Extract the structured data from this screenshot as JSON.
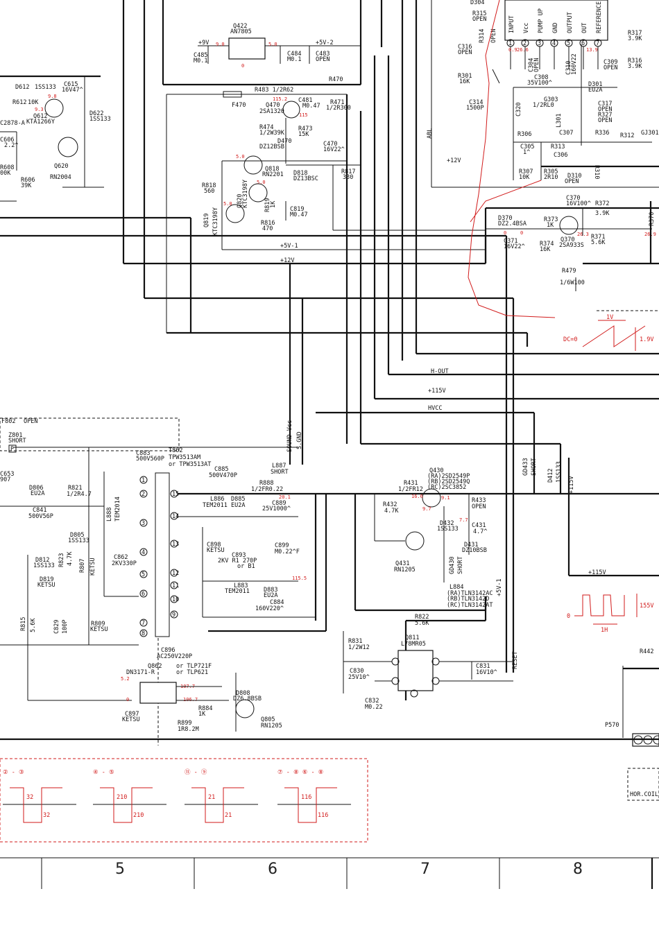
{
  "labels": {
    "q422": "Q422",
    "an7805": "AN7805",
    "plus9v": "+9V",
    "plus5v2": "+5V-2",
    "r483": "R483 1/2R62",
    "r470": "R470",
    "f470": "F470",
    "q470": "Q470",
    "sa1320": "2SA1320",
    "c481": "C481",
    "c481v": "M0.47",
    "r471": "R471",
    "r471v": "1/2R300",
    "r474": "R474",
    "r474v": "1/2W39K",
    "r473": "R473",
    "r473v": "15K",
    "d470": "D470",
    "d470v": "DZ12BSB",
    "c470": "C470",
    "c470v": "16V22^",
    "q818": "Q818",
    "rn2201": "RN2201",
    "d818": "D818",
    "d818v": "DZ13BSC",
    "r817": "R817",
    "r817v": "330",
    "q820": "Q820",
    "ktc3198y_a": "KTC3198Y",
    "q819": "Q819",
    "ktc3198y_b": "KTC3198Y",
    "r818": "R818",
    "r818v": "560",
    "r819": "R819",
    "r819v": "1K",
    "c819": "C819",
    "c819v": "M0.47",
    "r816": "R816",
    "r816v": "470",
    "c485": "C485",
    "c485v": "M0.1",
    "c484": "C484",
    "c484v": "M0.1",
    "c483": "C483",
    "c483v": "OPEN",
    "d612": "D612",
    "d612v": "1SS133",
    "c615": "C615",
    "c615v": "16V47^",
    "r612": "R612",
    "r612v": "10K",
    "q612": "Q612",
    "q612v": "KTA1266Y",
    "c2878": "C2878-A",
    "d622": "D622",
    "d622v": "1SS133",
    "c606": "C606",
    "c606v": "2.2^",
    "q620": "Q620",
    "rn2004": "RN2004",
    "r608": "R608",
    "r608v": "00K",
    "r606": "R606",
    "r606v": "39K",
    "plus5v1": "+5V-1",
    "plus12v_a": "+12V",
    "plus12v_b": "+12V",
    "h_out": "H-OUT",
    "plus115v_a": "+115V",
    "hvcc": "HVCC",
    "plus115v_b": "+115V",
    "plus115v_c": "+115V",
    "plus5v1_b": "+5V-1",
    "reset": "RESET",
    "sound_vcc": "SOUND Vcc",
    "s_gnd": "S.GND",
    "abl": "ABL",
    "d304": "D304",
    "r315": "R315",
    "r315v": "OPEN",
    "r314": "R314",
    "r314v": "OPEN",
    "c316": "C316",
    "c316v": "OPEN",
    "r301": "R301",
    "r301v": "16K",
    "c314": "C314",
    "c314v": "1500P",
    "ic_pins": [
      "INPUT",
      "Vcc",
      "PUMP UP",
      "GND",
      "OUTPUT",
      "OUT",
      "REFERENCE"
    ],
    "r317": "R317",
    "r317v": "3.9K",
    "r316": "R316",
    "r316v": "3.9K",
    "c309": "C309",
    "c309v": "OPEN",
    "c304": "C304",
    "c304v": "OPEN",
    "c308": "C308",
    "c308v": "35V100^",
    "c310": "C310",
    "c310v": "160V22",
    "d301": "D301",
    "d301v": "EU2A",
    "c320": "C320",
    "g303": "G303",
    "g303v": "1/2RL0",
    "l301": "L301",
    "c317": "C317",
    "c317v": "OPEN",
    "r327": "R327",
    "r327v": "OPEN",
    "r306": "R306",
    "c307": "C307",
    "r336": "R336",
    "r312": "R312",
    "gj301": "GJ301",
    "c305": "C305",
    "c305v": "1^",
    "r313": "R313",
    "c306": "C306",
    "r307": "R307",
    "r307v": "10K",
    "r305": "R305",
    "r305v": "2R10",
    "d310": "D310",
    "d310v": "OPEN",
    "r310": "R310",
    "d370": "D370",
    "d370v": "DZ2.4BSA",
    "r373": "R373",
    "r373v": "1K",
    "c370": "C370",
    "c370v": "16V100^",
    "r372": "R372",
    "r372v": "3.9K",
    "q370": "Q370",
    "q370v": "2SA933S",
    "r371": "R371",
    "r371v": "5.6K",
    "c371": "C371",
    "c371v": "16V22^",
    "r374": "R374",
    "r374v": "16K",
    "r479": "R479",
    "r479v": "1/6W100",
    "r370": "R370",
    "f802": "F802",
    "f802v": "OPEN",
    "z801": "Z801",
    "z801v": "SHORT",
    "p": "P",
    "c883": "C883",
    "c883v": "500V560P",
    "t862": "T862",
    "t862v": "TPW3513AM",
    "t862v2": "or TPW3513AT",
    "c885": "C885",
    "c885v": "500V470P",
    "r888": "R888",
    "r888v": "1/2FR0.22",
    "l886": "L886",
    "l886v": "TEM2011",
    "d885": "D885",
    "d885v": "EU2A",
    "c889": "C889",
    "c889v": "25V1000^",
    "l887": "L887",
    "l887v": "SHORT",
    "c653": "C653",
    "c653v": "907",
    "d806": "D806",
    "d806v": "EU2A",
    "r821": "R821",
    "r821v": "1/2R4.7",
    "c841": "C841",
    "c841v": "500V56P",
    "l888": "L888",
    "l888v": "TEM2014",
    "d805": "D805",
    "d805v": "1SS133",
    "r823": "R823",
    "r823v": "4.7K",
    "r807": "R807",
    "r807v": "KETSU",
    "d812": "D812",
    "d812v": "1SS133",
    "d819": "D819",
    "d819v": "KETSU",
    "c862": "C862",
    "c862v": "2KV330P",
    "c898": "C898",
    "c898v": "KETSU",
    "c893": "C893",
    "c893v": "2KV R1 270P",
    "c893v2": "or B1",
    "l883": "L883",
    "l883v": "TEM2011",
    "d883": "D883",
    "d883v": "EU2A",
    "c884": "C884",
    "c884v": "160V220^",
    "c899": "C899",
    "c899v": "M0.22^F",
    "r815": "R815",
    "r815v": "5.6K",
    "c829": "C829",
    "c829v": "100P",
    "r809": "R809",
    "r809v": "KETSU",
    "c896": "C896",
    "c896v": "AC250V220P",
    "q862": "Q862",
    "q862v": "DN3171-R",
    "q862alt": "or TLP721F",
    "q862alt2": "or TLP621",
    "d808": "D808",
    "d808v": "DZ6.8BSB",
    "r884": "R884",
    "r884v": "1K",
    "c897": "C897",
    "c897v": "KETSU",
    "r899": "R899",
    "r899v": "1R8.2M",
    "q805": "Q805",
    "q805v": "RN1205",
    "r431": "R431",
    "r431v": "1/2FR12",
    "q430": "Q430",
    "q430v1": "(RA)2SD2549P",
    "q430v2": "(RB)2SD2549Q",
    "q430v3": "(RC)2SC3852",
    "r432": "R432",
    "r432v": "4.7K",
    "r433": "R433",
    "r433v": "OPEN",
    "d432": "D432",
    "d432v": "1SS133",
    "c431": "C431",
    "c431v": "4.7^",
    "d431": "D431",
    "d431v": "DZ10BSB",
    "q431": "Q431",
    "q431v": "RN1205",
    "gd430": "GD430",
    "gd430v": "SHORT",
    "gd433": "GD433",
    "gd433v": "SHORT",
    "d412": "D412",
    "d412v": "1SS133",
    "l884": "L884",
    "l884v1": "(RA)TLN3142AC",
    "l884v2": "(RB)TLN3142D",
    "l884v3": "(RC)TLN3142AT",
    "r822": "R822",
    "r822v": "5.6K",
    "r831": "R831",
    "r831v": "1/2W12",
    "q811": "Q811",
    "q811v": "L78MR05",
    "c830": "C830",
    "c830v": "25V10^",
    "c831": "C831",
    "c831v": "16V10^",
    "c832": "C832",
    "c832v": "M0.22",
    "r442": "R442",
    "p570": "P570",
    "hor_coil": "HOR.COIL",
    "wave_1v": "1V",
    "wave_19v": "1.9V",
    "wave_dc0": "DC=0",
    "wave_155v": "155V",
    "wave_1h": "1H",
    "wave_0": "0"
  },
  "voltages": {
    "v_9_0": "9.0",
    "v_5_0a": "5.0",
    "v_0a": "0",
    "v_115_2": "115.2",
    "v_115": "115",
    "v_5_0b": "5.0",
    "v_5_0c": "5.0",
    "v_5_0d": "5.0",
    "v_9_8": "9.8",
    "v_9_3": "9.3",
    "v_0_9": "0.9",
    "v_26_6": "26.6",
    "v_13_9": "13.9",
    "v_26_3": "26.3",
    "v_26_9": "26.9",
    "v_0b": "0",
    "v_0c": "0",
    "v_20_1": "20.1",
    "v_16_6": "16.6",
    "v_9_1": "9.1",
    "v_9_7": "9.7",
    "v_7_7": "7.7",
    "v_115_5": "115.5",
    "v_5_2": "5.2",
    "v_107_7": "107.7",
    "v_106_7": "106.7",
    "v_0d": "0"
  },
  "transformer_pins": [
    "1",
    "2",
    "3",
    "4",
    "5",
    "6",
    "7",
    "8",
    "9",
    "10",
    "11",
    "12",
    "13",
    "14",
    "15"
  ],
  "ic_pin_numbers": [
    "1",
    "2",
    "3",
    "4",
    "5",
    "6",
    "7"
  ],
  "waveforms": [
    {
      "label": "② - ③",
      "top": "32",
      "bottom": "32"
    },
    {
      "label": "④ - ⑤",
      "top": "210",
      "bottom": "210"
    },
    {
      "label": "⑪ - ⑨",
      "top": "21",
      "bottom": "21"
    },
    {
      "label": "⑦ - ⑧   ⑥ - ⑧",
      "top": "116",
      "bottom": "116"
    }
  ],
  "ruler": [
    "5",
    "6",
    "7",
    "8"
  ]
}
